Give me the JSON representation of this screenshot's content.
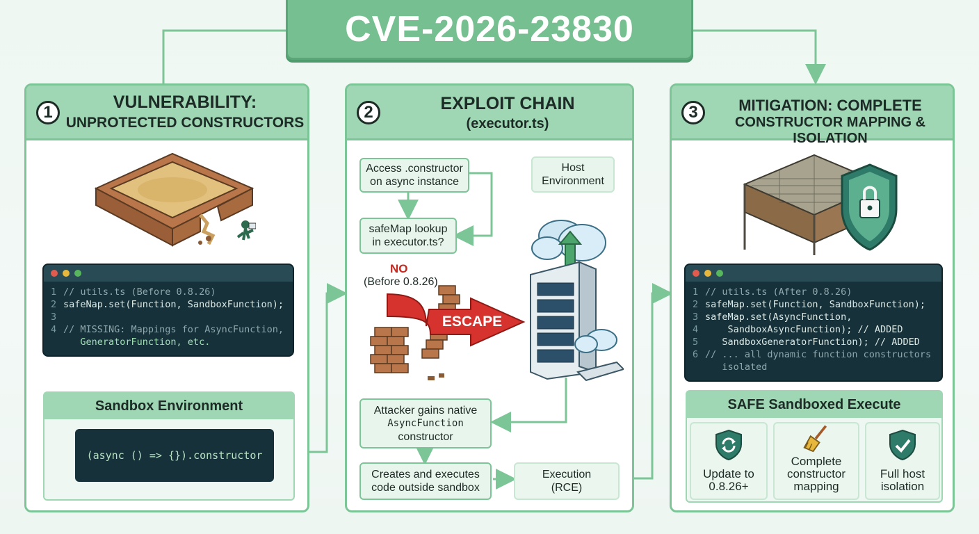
{
  "title": "CVE-2026-23830",
  "panel1": {
    "number": "1",
    "heading_line1": "VULNERABILITY:",
    "heading_line2": "UNPROTECTED CONSTRUCTORS",
    "code_lines": [
      {
        "n": "1",
        "text": "// utils.ts (Before 0.8.26)"
      },
      {
        "n": "2",
        "text": "safeNap.set(Function, SandboxFunction);"
      },
      {
        "n": "3",
        "text": ""
      },
      {
        "n": "4",
        "text": "// MISSING: Mappings for AsyncFunction,"
      },
      {
        "n": "",
        "text": "   GeneratorFunction, etc."
      }
    ],
    "sandbox_label": "Sandbox Environment",
    "sandbox_code": "(async () => {}).constructor"
  },
  "panel2": {
    "number": "2",
    "heading_line1": "EXPLOIT CHAIN",
    "heading_line2": "(executor.ts)",
    "step_access": "Access .constructor on async instance",
    "step_lookup": "safeMap lookup in executor.ts?",
    "no_label": "NO",
    "no_sub": "(Before 0.8.26)",
    "escape_label": "ESCAPE",
    "host_label": "Host Environment",
    "gain_line1": "Attacker gains native",
    "gain_line2": "AsyncFunction",
    "gain_line3": "constructor",
    "creates_label": "Creates and executes code outside sandbox",
    "execution_label": "Execution (RCE)"
  },
  "panel3": {
    "number": "3",
    "heading_line1": "MITIGATION: COMPLETE",
    "heading_line2": "CONSTRUCTOR MAPPING & ISOLATION",
    "code_lines": [
      {
        "n": "1",
        "text": "// utils.ts (After 0.8.26)"
      },
      {
        "n": "2",
        "text": "safeMap.set(Function, SandboxFunction);"
      },
      {
        "n": "3",
        "text": "safeMap.set(AsyncFunction,"
      },
      {
        "n": "4",
        "text": "    SandboxAsyncFunction); // ADDED"
      },
      {
        "n": "5",
        "text": "   SandboxGeneratorFunction); // ADDED"
      },
      {
        "n": "6",
        "text": "// ... all dynamic function constructors"
      },
      {
        "n": "",
        "text": "   isolated"
      }
    ],
    "safe_label": "SAFE Sandboxed Execute",
    "cards": [
      {
        "label": "Update to 0.8.26+",
        "icon": "shield-refresh-icon"
      },
      {
        "label": "Complete constructor mapping",
        "icon": "broom-icon"
      },
      {
        "label": "Full host isolation",
        "icon": "shield-check-icon"
      }
    ]
  },
  "colors": {
    "accent": "#76bf90",
    "panel_border": "#7cc596",
    "code_bg": "#16313a",
    "escape_red": "#d6322e"
  }
}
